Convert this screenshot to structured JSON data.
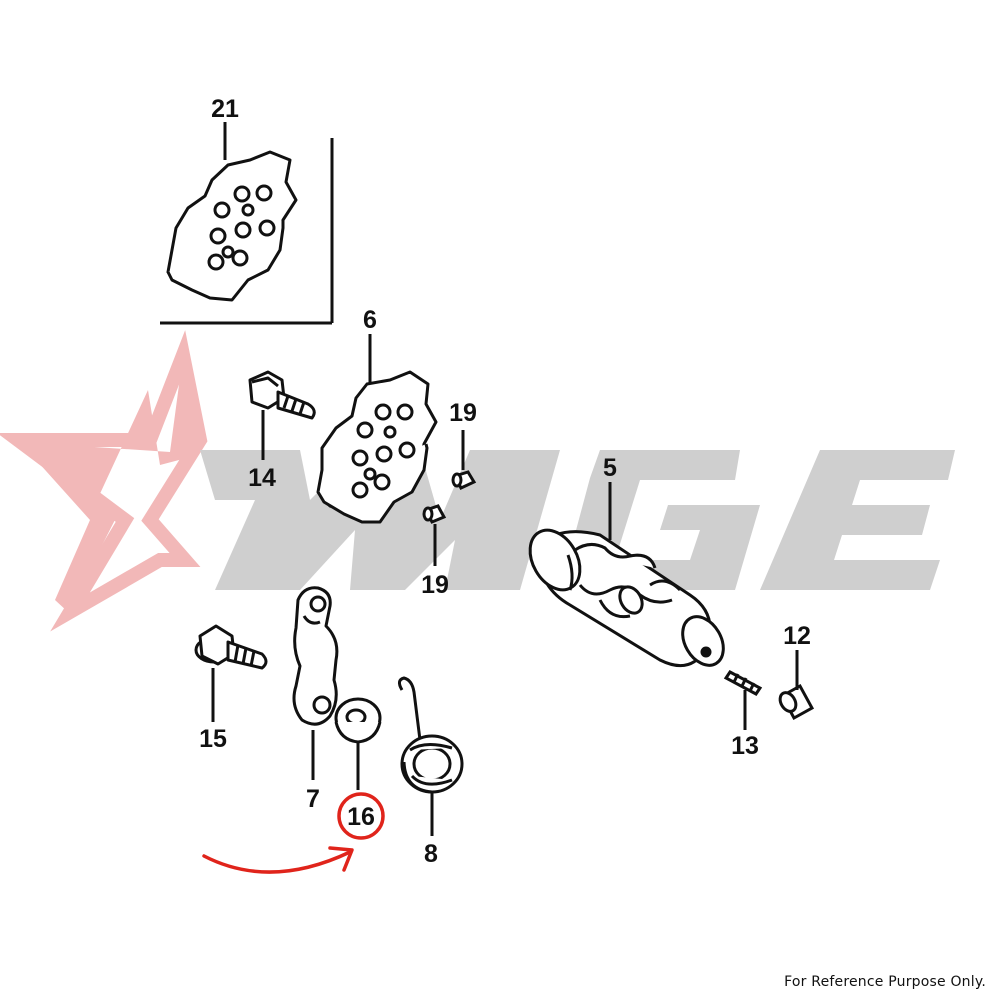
{
  "watermark": {
    "text": "MGE",
    "star_color": "#f2b8b8",
    "letter_color": "#cfcfcf"
  },
  "parts": {
    "p21": "21",
    "p6": "6",
    "p14": "14",
    "p19a": "19",
    "p19b": "19",
    "p5": "5",
    "p12": "12",
    "p13": "13",
    "p15": "15",
    "p7": "7",
    "p16": "16",
    "p8": "8"
  },
  "highlight": {
    "part": "16",
    "color": "#e0241b"
  },
  "footer": {
    "note": "For Reference Purpose Only."
  }
}
